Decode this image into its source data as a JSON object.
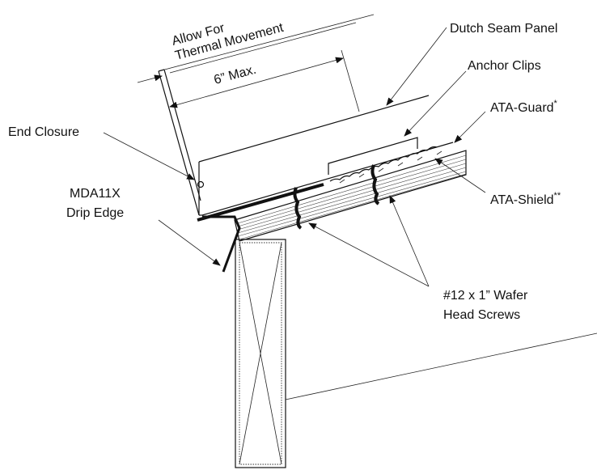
{
  "labels": {
    "thermal_line1": "Allow For",
    "thermal_line2": "Thermal Movement",
    "max_gap": "6” Max.",
    "dutch_seam_panel": "Dutch Seam Panel",
    "anchor_clips": "Anchor Clips",
    "ata_guard": "ATA-Guard",
    "ata_guard_mark": "*",
    "end_closure": "End Closure",
    "drip_edge_line1": "MDA11X",
    "drip_edge_line2": "Drip Edge",
    "ata_shield": "ATA-Shield",
    "ata_shield_mark": "**",
    "screws_line1": "#12 x 1” Wafer",
    "screws_line2": "Head Screws"
  },
  "colors": {
    "ink": "#111111",
    "background": "#ffffff"
  }
}
